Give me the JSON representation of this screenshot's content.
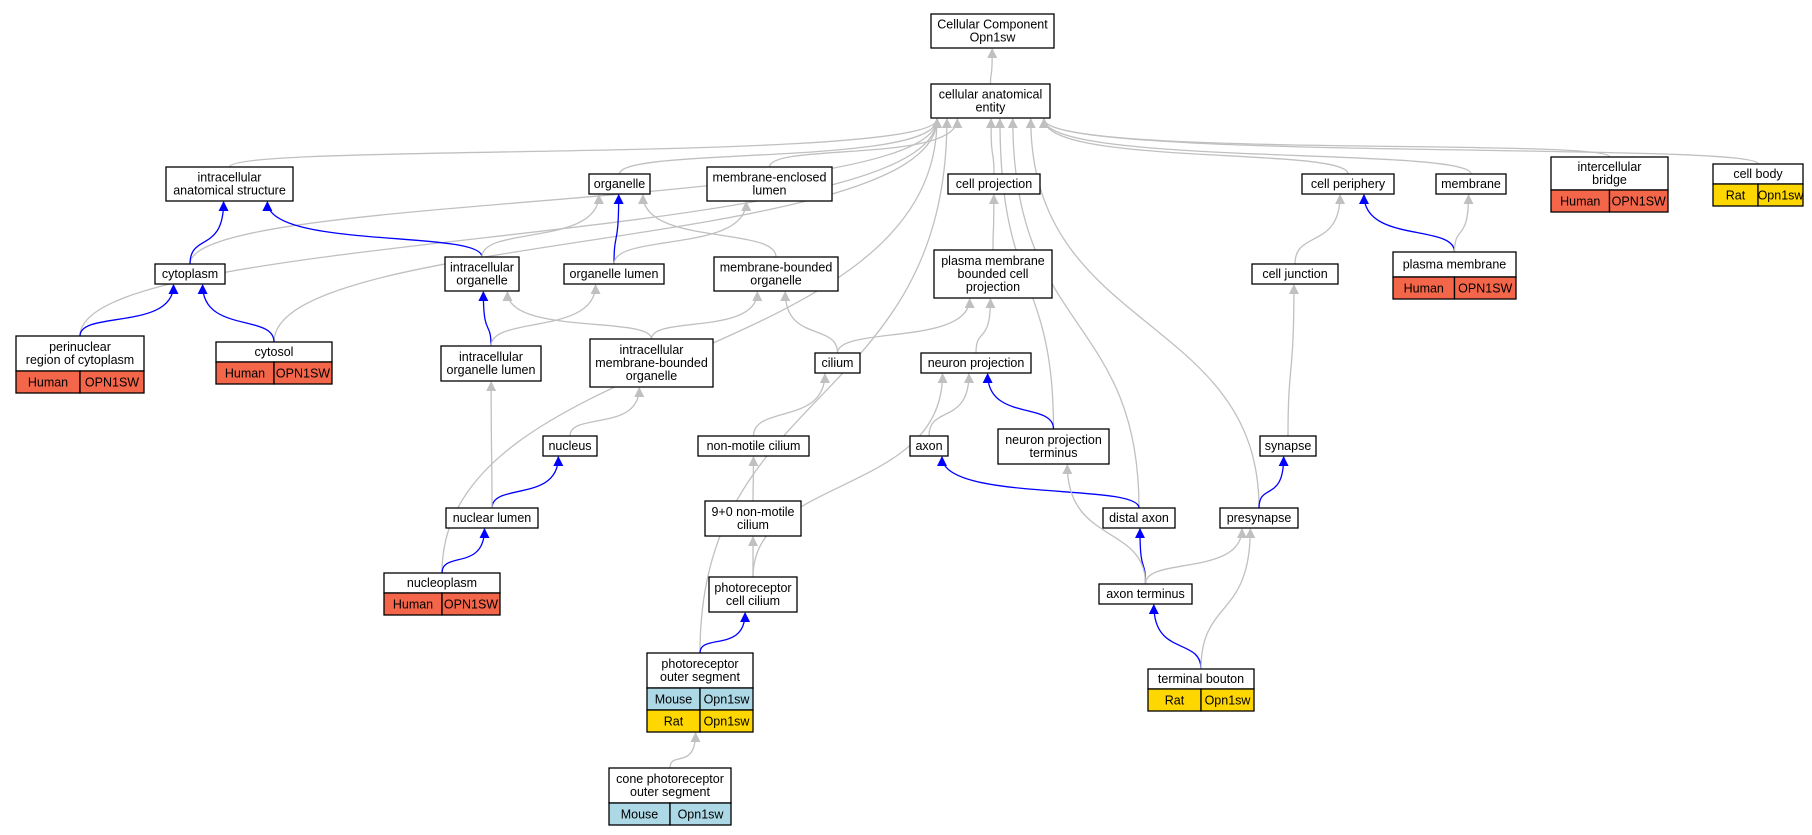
{
  "colors": {
    "edge_gray": "#c0c0c0",
    "edge_blue": "#0000ff",
    "human": "#f4664a",
    "mouse": "#add8e6",
    "rat": "#ffd700"
  },
  "nodes": [
    {
      "id": "cc_root",
      "lines": [
        "Cellular Component",
        "Opn1sw"
      ],
      "rows": []
    },
    {
      "id": "cae",
      "lines": [
        "cellular anatomical",
        "entity"
      ],
      "rows": []
    },
    {
      "id": "ias",
      "lines": [
        "intracellular",
        "anatomical structure"
      ],
      "rows": []
    },
    {
      "id": "organelle",
      "lines": [
        "organelle"
      ],
      "rows": []
    },
    {
      "id": "mel",
      "lines": [
        "membrane-enclosed",
        "lumen"
      ],
      "rows": []
    },
    {
      "id": "cellproj",
      "lines": [
        "cell projection"
      ],
      "rows": []
    },
    {
      "id": "cellperiph",
      "lines": [
        "cell periphery"
      ],
      "rows": []
    },
    {
      "id": "membrane",
      "lines": [
        "membrane"
      ],
      "rows": []
    },
    {
      "id": "icbridge",
      "lines": [
        "intercellular",
        "bridge"
      ],
      "rows": [
        {
          "species": "Human",
          "gene": "OPN1SW"
        }
      ]
    },
    {
      "id": "cellbody",
      "lines": [
        "cell body"
      ],
      "rows": [
        {
          "species": "Rat",
          "gene": "Opn1sw"
        }
      ]
    },
    {
      "id": "cytoplasm",
      "lines": [
        "cytoplasm"
      ],
      "rows": []
    },
    {
      "id": "icorg",
      "lines": [
        "intracellular",
        "organelle"
      ],
      "rows": []
    },
    {
      "id": "orglumen",
      "lines": [
        "organelle lumen"
      ],
      "rows": []
    },
    {
      "id": "mbo",
      "lines": [
        "membrane-bounded",
        "organelle"
      ],
      "rows": []
    },
    {
      "id": "pmbcp",
      "lines": [
        "plasma membrane",
        "bounded cell",
        "projection"
      ],
      "rows": []
    },
    {
      "id": "celljunc",
      "lines": [
        "cell junction"
      ],
      "rows": []
    },
    {
      "id": "plasmamem",
      "lines": [
        "plasma membrane"
      ],
      "rows": [
        {
          "species": "Human",
          "gene": "OPN1SW"
        }
      ]
    },
    {
      "id": "perinuc",
      "lines": [
        "perinuclear",
        "region of cytoplasm"
      ],
      "rows": [
        {
          "species": "Human",
          "gene": "OPN1SW"
        }
      ]
    },
    {
      "id": "cytosol",
      "lines": [
        "cytosol"
      ],
      "rows": [
        {
          "species": "Human",
          "gene": "OPN1SW"
        }
      ]
    },
    {
      "id": "icol",
      "lines": [
        "intracellular",
        "organelle lumen"
      ],
      "rows": []
    },
    {
      "id": "imbo",
      "lines": [
        "intracellular",
        "membrane-bounded",
        "organelle"
      ],
      "rows": []
    },
    {
      "id": "cilium",
      "lines": [
        "cilium"
      ],
      "rows": []
    },
    {
      "id": "neuronproj",
      "lines": [
        "neuron projection"
      ],
      "rows": []
    },
    {
      "id": "nucleus",
      "lines": [
        "nucleus"
      ],
      "rows": []
    },
    {
      "id": "nmcilium",
      "lines": [
        "non-motile cilium"
      ],
      "rows": []
    },
    {
      "id": "axon",
      "lines": [
        "axon"
      ],
      "rows": []
    },
    {
      "id": "npt",
      "lines": [
        "neuron projection",
        "terminus"
      ],
      "rows": []
    },
    {
      "id": "synapse",
      "lines": [
        "synapse"
      ],
      "rows": []
    },
    {
      "id": "nuclumen",
      "lines": [
        "nuclear lumen"
      ],
      "rows": []
    },
    {
      "id": "nmc90",
      "lines": [
        "9+0 non-motile",
        "cilium"
      ],
      "rows": []
    },
    {
      "id": "distaxon",
      "lines": [
        "distal axon"
      ],
      "rows": []
    },
    {
      "id": "presyn",
      "lines": [
        "presynapse"
      ],
      "rows": []
    },
    {
      "id": "nucleoplasm",
      "lines": [
        "nucleoplasm"
      ],
      "rows": [
        {
          "species": "Human",
          "gene": "OPN1SW"
        }
      ]
    },
    {
      "id": "prcc",
      "lines": [
        "photoreceptor",
        "cell cilium"
      ],
      "rows": []
    },
    {
      "id": "axonterm",
      "lines": [
        "axon terminus"
      ],
      "rows": []
    },
    {
      "id": "pros",
      "lines": [
        "photoreceptor",
        "outer segment"
      ],
      "rows": [
        {
          "species": "Mouse",
          "gene": "Opn1sw"
        },
        {
          "species": "Rat",
          "gene": "Opn1sw"
        }
      ]
    },
    {
      "id": "termbouton",
      "lines": [
        "terminal bouton"
      ],
      "rows": [
        {
          "species": "Rat",
          "gene": "Opn1sw"
        }
      ]
    },
    {
      "id": "cpros",
      "lines": [
        "cone photoreceptor",
        "outer segment"
      ],
      "rows": [
        {
          "species": "Mouse",
          "gene": "Opn1sw"
        }
      ]
    }
  ],
  "edges": [
    {
      "from": "cae",
      "to": "cc_root",
      "color": "gray"
    },
    {
      "from": "ias",
      "to": "cae",
      "color": "gray"
    },
    {
      "from": "organelle",
      "to": "cae",
      "color": "gray"
    },
    {
      "from": "mel",
      "to": "cae",
      "color": "gray"
    },
    {
      "from": "cellproj",
      "to": "cae",
      "color": "gray"
    },
    {
      "from": "cellperiph",
      "to": "cae",
      "color": "gray"
    },
    {
      "from": "membrane",
      "to": "cae",
      "color": "gray"
    },
    {
      "from": "icbridge",
      "to": "cae",
      "color": "gray"
    },
    {
      "from": "cellbody",
      "to": "cae",
      "color": "gray"
    },
    {
      "from": "cytoplasm",
      "to": "cae",
      "color": "gray"
    },
    {
      "from": "perinuc",
      "to": "cae",
      "color": "gray"
    },
    {
      "from": "cytosol",
      "to": "cae",
      "color": "gray"
    },
    {
      "from": "nucleoplasm",
      "to": "cae",
      "color": "gray"
    },
    {
      "from": "pros",
      "to": "cae",
      "color": "gray"
    },
    {
      "from": "npt",
      "to": "cae",
      "color": "gray"
    },
    {
      "from": "distaxon",
      "to": "cae",
      "color": "gray"
    },
    {
      "from": "presyn",
      "to": "cae",
      "color": "gray"
    },
    {
      "from": "celljunc",
      "to": "cellperiph",
      "color": "gray"
    },
    {
      "from": "cytoplasm",
      "to": "ias",
      "color": "blue"
    },
    {
      "from": "icorg",
      "to": "ias",
      "color": "blue"
    },
    {
      "from": "icorg",
      "to": "organelle",
      "color": "gray"
    },
    {
      "from": "orglumen",
      "to": "organelle",
      "color": "blue"
    },
    {
      "from": "orglumen",
      "to": "mel",
      "color": "gray"
    },
    {
      "from": "mbo",
      "to": "organelle",
      "color": "gray"
    },
    {
      "from": "pmbcp",
      "to": "cellproj",
      "color": "gray"
    },
    {
      "from": "plasmamem",
      "to": "cellperiph",
      "color": "blue"
    },
    {
      "from": "plasmamem",
      "to": "membrane",
      "color": "gray"
    },
    {
      "from": "perinuc",
      "to": "cytoplasm",
      "color": "blue"
    },
    {
      "from": "cytosol",
      "to": "cytoplasm",
      "color": "blue"
    },
    {
      "from": "icol",
      "to": "icorg",
      "color": "blue"
    },
    {
      "from": "icol",
      "to": "orglumen",
      "color": "gray"
    },
    {
      "from": "imbo",
      "to": "icorg",
      "color": "gray"
    },
    {
      "from": "imbo",
      "to": "mbo",
      "color": "gray"
    },
    {
      "from": "cilium",
      "to": "mbo",
      "color": "gray"
    },
    {
      "from": "cilium",
      "to": "pmbcp",
      "color": "gray"
    },
    {
      "from": "neuronproj",
      "to": "pmbcp",
      "color": "gray"
    },
    {
      "from": "nucleus",
      "to": "imbo",
      "color": "gray"
    },
    {
      "from": "nmcilium",
      "to": "cilium",
      "color": "gray"
    },
    {
      "from": "axon",
      "to": "neuronproj",
      "color": "gray"
    },
    {
      "from": "npt",
      "to": "neuronproj",
      "color": "blue"
    },
    {
      "from": "synapse",
      "to": "celljunc",
      "color": "gray"
    },
    {
      "from": "nuclumen",
      "to": "nucleus",
      "color": "blue"
    },
    {
      "from": "nuclumen",
      "to": "icol",
      "color": "gray"
    },
    {
      "from": "nmc90",
      "to": "nmcilium",
      "color": "gray"
    },
    {
      "from": "distaxon",
      "to": "axon",
      "color": "blue"
    },
    {
      "from": "presyn",
      "to": "synapse",
      "color": "blue"
    },
    {
      "from": "nucleoplasm",
      "to": "nuclumen",
      "color": "blue"
    },
    {
      "from": "prcc",
      "to": "nmc90",
      "color": "gray"
    },
    {
      "from": "prcc",
      "to": "neuronproj",
      "color": "gray"
    },
    {
      "from": "axonterm",
      "to": "distaxon",
      "color": "blue"
    },
    {
      "from": "axonterm",
      "to": "npt",
      "color": "gray"
    },
    {
      "from": "axonterm",
      "to": "presyn",
      "color": "gray"
    },
    {
      "from": "pros",
      "to": "prcc",
      "color": "blue"
    },
    {
      "from": "termbouton",
      "to": "axonterm",
      "color": "blue"
    },
    {
      "from": "termbouton",
      "to": "presyn",
      "color": "gray"
    },
    {
      "from": "cpros",
      "to": "pros",
      "color": "gray"
    }
  ]
}
